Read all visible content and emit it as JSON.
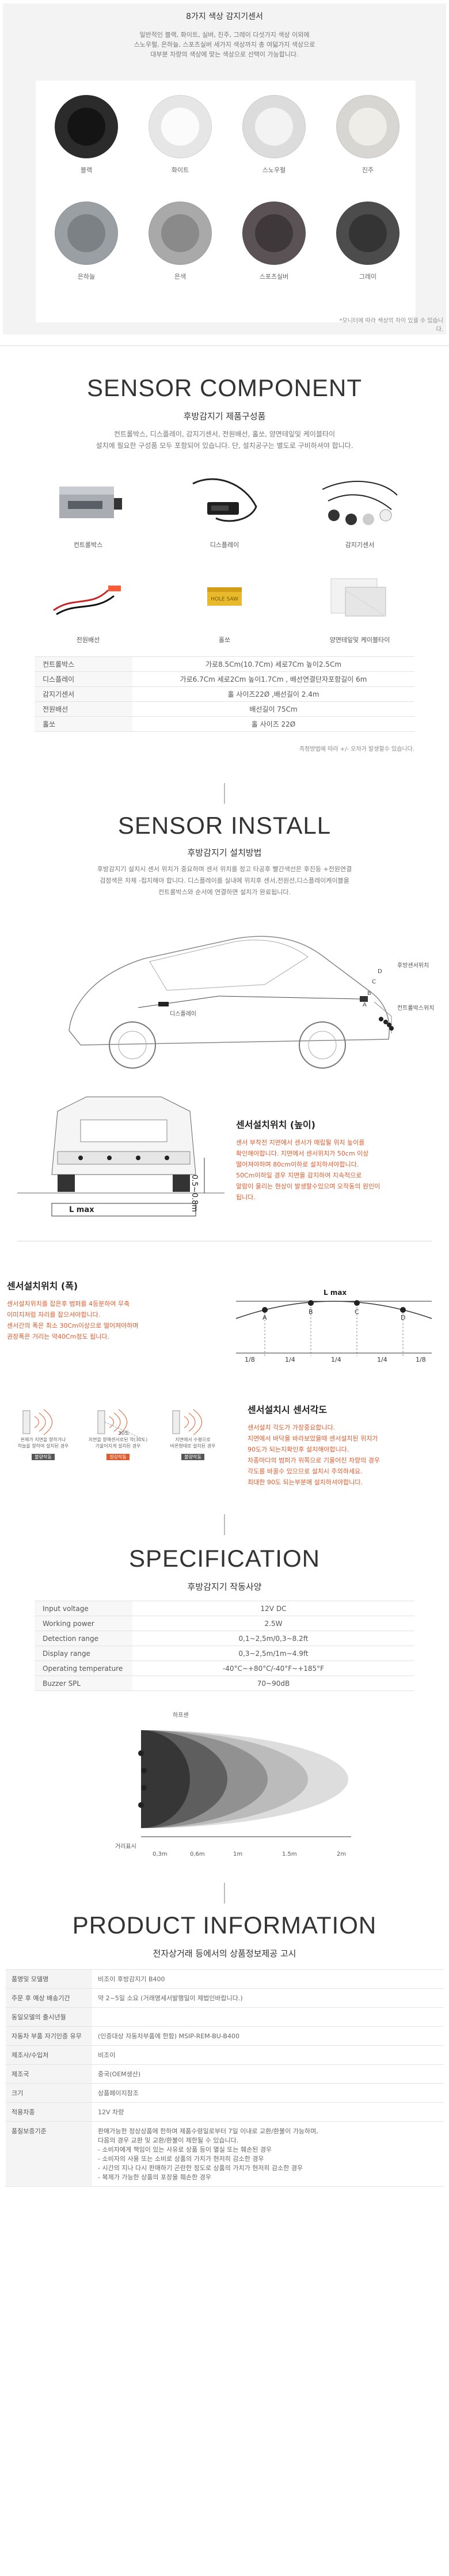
{
  "colors_section": {
    "title": "8가지 색상 감지기센서",
    "description": "일반적인 블랙, 화이트, 실버, 진주, 그레이 다섯가지 색상 이외에\n스노우펄, 은하늘, 스포츠실버 세가지 색상까지 총 여덟가지 색상으로\n대부분 차량의 색상에 맞는 색상으로 선택이 가능합니다.",
    "swatches": [
      {
        "label": "블랙",
        "outer": "#2b2b2b",
        "inner": "#141414"
      },
      {
        "label": "화이트",
        "outer": "#e6e6e6",
        "inner": "#fbfbfb"
      },
      {
        "label": "스노우펄",
        "outer": "#dcdcdc",
        "inner": "#f3f3f3"
      },
      {
        "label": "진주",
        "outer": "#d8d6d2",
        "inner": "#efede8"
      },
      {
        "label": "은하늘",
        "outer": "#9a9fa3",
        "inner": "#7c8185"
      },
      {
        "label": "은색",
        "outer": "#a9a9a9",
        "inner": "#8a8a8a"
      },
      {
        "label": "스포츠실버",
        "outer": "#5a5255",
        "inner": "#3e383a"
      },
      {
        "label": "그레이",
        "outer": "#4c4c4c",
        "inner": "#343434"
      }
    ],
    "note": "*모니터에 따라 색상의 차이 있을 수 있습니다."
  },
  "component_section": {
    "title": "SENSOR COMPONENT",
    "subtitle": "후방감지기 제품구성품",
    "description": "컨트롤박스, 디스플레이, 감지기센서, 전원배선, 홀쏘, 양면테잎및 케이블타이\n설치에 필요한 구성품 모두 포함되어 있습니다. 단, 설치공구는 별도로 구비하셔야 합니다.",
    "products": [
      {
        "label": "컨트롤박스"
      },
      {
        "label": "디스플레이"
      },
      {
        "label": "감지기센서"
      },
      {
        "label": "전원배선"
      },
      {
        "label": "홀쏘"
      },
      {
        "label": "양면테잎및 케이블타이"
      }
    ],
    "table": [
      {
        "k": "컨트롤박스",
        "v": "가로8.5Cm(10.7Cm) 세로7Cm 높이2.5Cm"
      },
      {
        "k": "디스플레이",
        "v": "가로6.7Cm 세로2Cm 높이1.7Cm , 배선연결단자포함길이 6m"
      },
      {
        "k": "감지기센서",
        "v": "홀 사이즈22Ø ,배선길이 2.4m"
      },
      {
        "k": "전원배선",
        "v": "배선길이 75Cm"
      },
      {
        "k": "홀쏘",
        "v": "홀 사이즈 22Ø"
      }
    ],
    "table_note": "측정방법에 따라 +/- 오차가 발생할수 있습니다."
  },
  "install_section": {
    "title": "SENSOR INSTALL",
    "subtitle": "후방감지기 설치방법",
    "description": "후방감지기 설치시 센서 위치가 중요하며 센서 위치를 정고 타공후 빨간색선은 후진등 +전원연결\n검정색은 차체 -접지해야 합니다. 디스플레이를 실내에 위치후 센서,전원선,디스플레이케이블을\n컨트롤박스와 순서에 연결하면 설치가 완료됩니다.",
    "car_labels": {
      "A": "A",
      "B": "B",
      "C": "C",
      "D": "D",
      "sensor": "후방센서위치",
      "display": "디스플레이",
      "control": "컨트롤박스위치"
    },
    "height": {
      "head": "센서설치위치 (높이)",
      "text": "센서 부착전 지면에서 센서가 매립될 위치 높이를\n확인해야합니다. 지면에서 센서위치가 50cm 이상\n떨어져야하며 80cm이하로 설치하셔야합니다.\n50Cm이하일 경우 지면을 감지하여 지속적으로\n알람이 울리는 현상이 발생할수있으며 오작동의 원인이\n됩니다.",
      "dim": "0.5~0.8m",
      "lmax": "L max"
    },
    "width": {
      "head": "센서설치위치 (폭)",
      "text": "센서설치위치를 잡은후 범퍼를 4등분하여 무축\n이미지처럼 자리를 잡으셔야합니다.\n센서간의 폭은 최소 30Cm이상으로 떨어져야하며\n권장폭은 거리는 약40Cm정도 됩니다.",
      "lmax": "L max",
      "points": [
        "A",
        "B",
        "C",
        "D"
      ],
      "fractions": [
        "1/8",
        "1/4",
        "1/4",
        "1/4",
        "1/8"
      ]
    },
    "angle": {
      "head": "센서설치시 센서각도",
      "text": "센서설치 각도가 가장중요합니다.\n지면에서 바닥을 바라보았을때 센서설치된 위치가\n90도가 되는지확인후 설치해야합니다.\n차종마다의 범퍼가 위쪽으로 기울어진 차량의 경우\n각도를 바꿀수 있으므로 설치시 주의하세요.\n최대한 90도 되는부분에 설치하셔야합니다.",
      "captions": [
        "본체가 지면을 향하거나\n하늘을 향하여 설치된 경우",
        "지면을 향해센서로된 약(30도)\n기울어지게 설치된 경우",
        "지면에서 수평으로\n바른형태로 설치된 경우"
      ],
      "badges": [
        "불량작동",
        "정상작동",
        "불량작동"
      ],
      "deg_mark": "30도"
    }
  },
  "spec_section": {
    "title": "SPECIFICATION",
    "subtitle": "후방감지기 작동사양",
    "table": [
      {
        "k": "Input voltage",
        "v": "12V DC"
      },
      {
        "k": "Working power",
        "v": "2.5W"
      },
      {
        "k": "Detection range",
        "v": "0,1~2,5m/0,3~8.2ft"
      },
      {
        "k": "Display range",
        "v": "0,3~2,5m/1m~4.9ft"
      },
      {
        "k": "Operating temperature",
        "v": "-40°C~+80°C/-40°F~+185°F"
      },
      {
        "k": "Buzzer SPL",
        "v": "70~90dB"
      }
    ],
    "diagram": {
      "top_label": "하프센",
      "bottom_label": "거리표시",
      "distances": [
        "0,3m",
        "0,6m",
        "1m",
        "1.5m",
        "2m"
      ],
      "zone_colors": [
        "#2f2f2f",
        "#555555",
        "#8a8a8a",
        "#b5b5b5",
        "#d7d7d7"
      ]
    }
  },
  "info_section": {
    "title": "PRODUCT INFORMATION",
    "subtitle": "전자상거래 등에서의 상품정보제공 고시",
    "rows": [
      {
        "k": "품명및 모델명",
        "v": "비조이 후방감지기 B400"
      },
      {
        "k": "주문 후 예상 배송기간",
        "v": "약 2~5일 소요 (거래명세서발행일이 제법인바랍니다.)"
      },
      {
        "k": "동일모델의 출시년월",
        "v": ""
      },
      {
        "k": "자동차 부품 자기인증 유무",
        "v": "(인증대상 자동차부품에 한함) MSIP-REM-BU-B400"
      },
      {
        "k": "제조사/수입처",
        "v": "비조이"
      },
      {
        "k": "제조국",
        "v": "중국(OEM생산)"
      },
      {
        "k": "크기",
        "v": "상품페이지참조"
      },
      {
        "k": "적용차종",
        "v": "12V 차량"
      },
      {
        "k": "품질보증기준",
        "v": "판매가능한 정상상품에 한하며 제품수령일로부터 7일 이내로 교환/환불이 가능하며,\n다음의 경우 교환 및 교환/환불이 제한될 수 있습니다.\n- 소비자에게 책임이 있는 사유로 상품 등이 멸실 또는 훼손된 경우\n- 소비자의 사용 또는 소비로 상품의 가치가 현저히 감소한 경우\n- 시간의 지나 다시 판매하기 곤란한 정도로 상품의 가치가 현저히 감소한 경우\n- 복제가 가능한 상품의 포장을 훼손한 경우"
      }
    ]
  }
}
